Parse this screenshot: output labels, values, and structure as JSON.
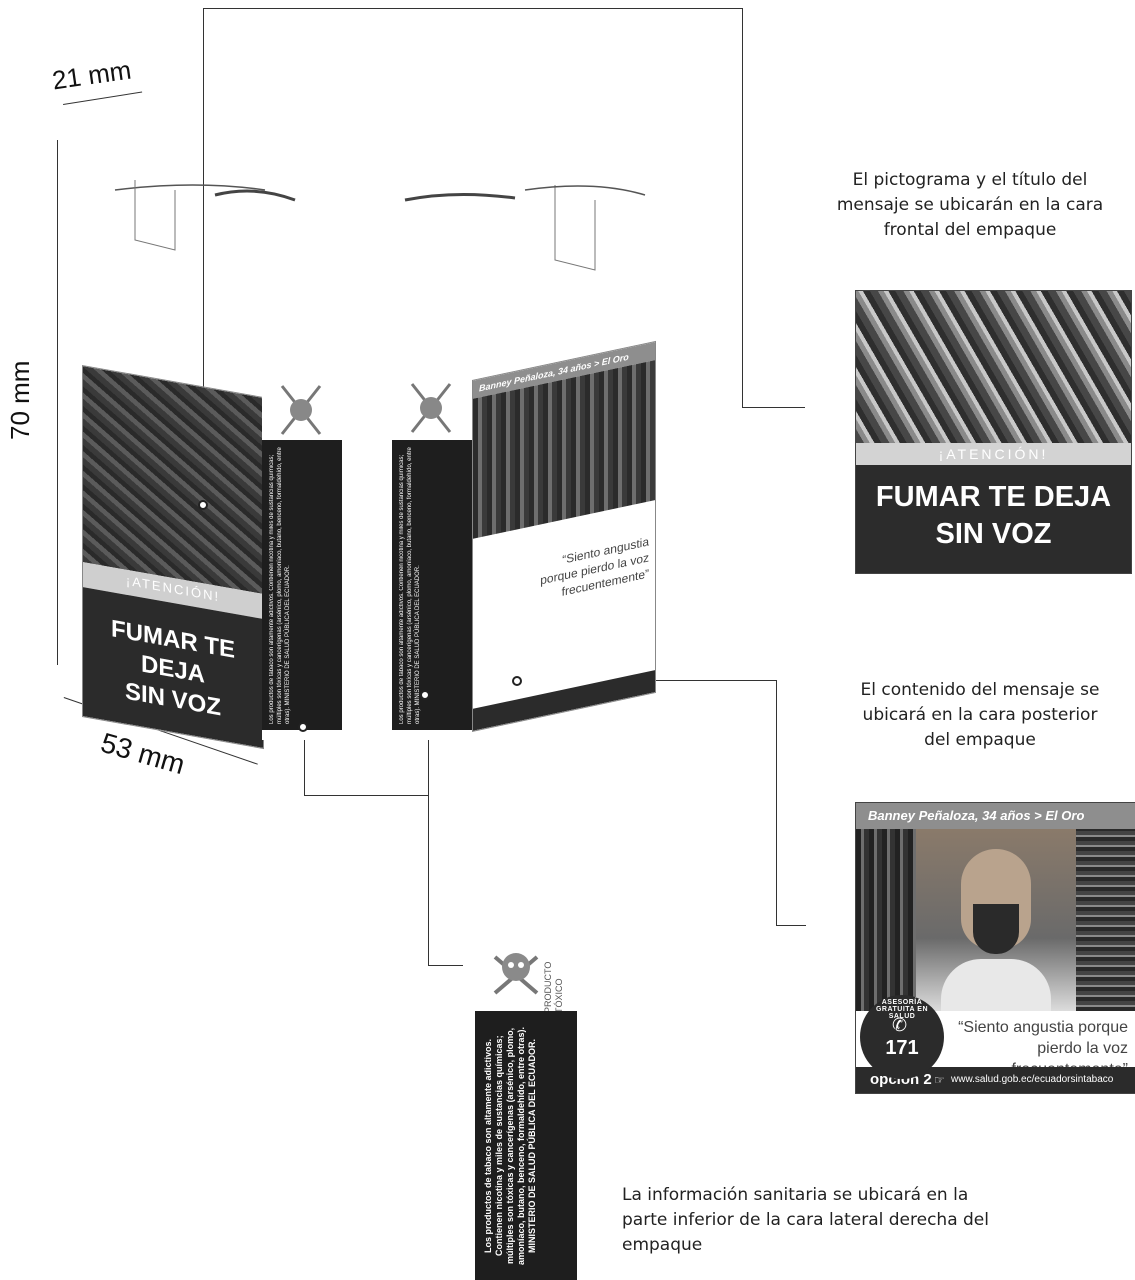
{
  "dimensions": {
    "width": "21 mm",
    "height": "70 mm",
    "depth": "53 mm"
  },
  "captions": {
    "front": "El pictograma y el título del mensaje se ubicarán en la cara frontal del empaque",
    "back": "El contenido del mensaje se ubicará en la cara posterior del empaque",
    "side": "La información sanitaria se ubicará en la parte inferior de la cara lateral derecha del empaque"
  },
  "warning": {
    "attention": "¡ATENCIÓN!",
    "message_line1": "FUMAR TE DEJA",
    "message_line2": "SIN VOZ"
  },
  "back_face": {
    "header": "Banney Peñaloza, 34 años > El Oro",
    "quote": "“Siento angustia porque pierdo la voz frecuentemente”",
    "ring_text": "ASESORÍA GRATUITA EN SALUD",
    "hotline": "171",
    "option": "opción 2",
    "url": "www.salud.gob.ec/ecuadorsintabaco"
  },
  "side_face": {
    "toxic_label": "PRODUCTO TÓXICO",
    "health_text": "Los productos de tabaco son altamente adictivos. Contienen nicotina y miles de sustancias químicas; múltiples son tóxicas y cancerígenas (arsénico, plomo, amoníaco, butano, benceno, formaldehído, entre otras). MINISTERIO DE SALUD PÚBLICA DEL ECUADOR."
  },
  "icons": {
    "skull": "skull-crossbones-icon",
    "phone": "phone-icon",
    "hand": "pointing-hand-icon"
  }
}
